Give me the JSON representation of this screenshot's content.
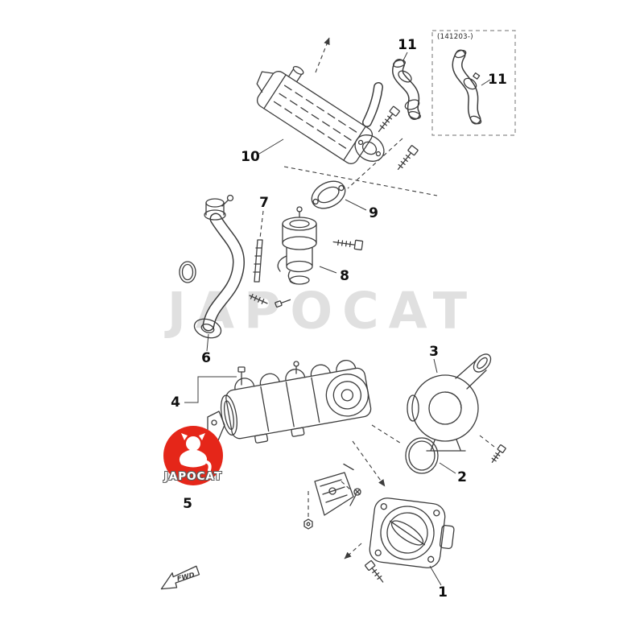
{
  "theme": {
    "accent_red": "#e52619",
    "watermark_gray": "#e0e0e0",
    "line_color": "#3c3c3c",
    "label_color": "#0f0f0f",
    "inset_border": "#8c8c8c",
    "background": "#ffffff"
  },
  "watermark": {
    "text": "JAPOCAT"
  },
  "logo": {
    "text": "JAPOCAT"
  },
  "inset": {
    "caption": "(141203-)"
  },
  "fwd": {
    "label": "FWD"
  },
  "labels": {
    "n1": "1",
    "n2": "2",
    "n3": "3",
    "n4": "4",
    "n5": "5",
    "n6": "6",
    "n7": "7",
    "n8": "8",
    "n9": "9",
    "n10": "10",
    "n11": "11",
    "n11_inset": "11"
  }
}
